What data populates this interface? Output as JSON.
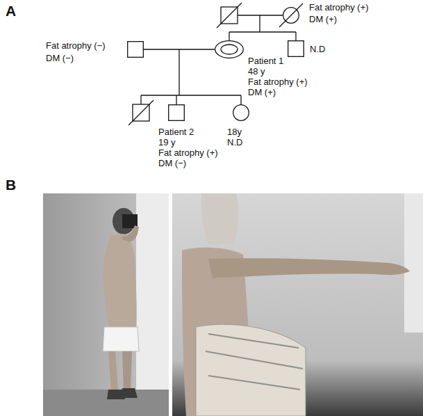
{
  "diagram": {
    "nodes": [
      {
        "text": [
          "Fat atrophy (+)",
          "DM (+)"
        ]
      },
      {
        "text": [
          "Fat atrophy (−)",
          "DM (−)"
        ]
      },
      {
        "text": [
          "Patient 1",
          "48 y",
          "Fat atrophy (+)",
          "DM (+)"
        ]
      },
      {
        "text": [
          "N.D"
        ]
      },
      {
        "text": [
          "Patient 2",
          "19 y",
          "Fat atrophy (+)",
          "DM (−)"
        ]
      },
      {
        "text": [
          "18y",
          "N.D"
        ]
      }
    ],
    "edges": [
      {
        "from": 1,
        "to": 2,
        "arrow": "none"
      }
    ],
    "labels": [
      "A",
      "B"
    ]
  }
}
